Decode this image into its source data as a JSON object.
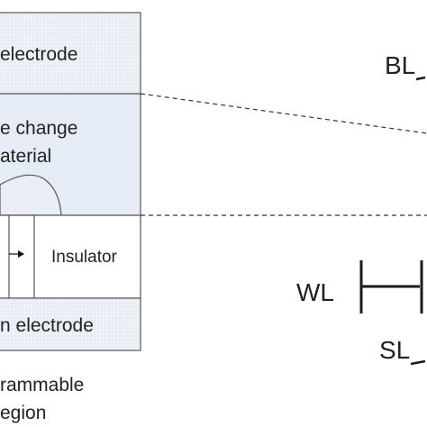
{
  "cell": {
    "top_electrode_label": "electrode",
    "pcm_label_line1": "e change",
    "pcm_label_line2": "aterial",
    "insulator_label": "Insulator",
    "bottom_electrode_label": "n electrode"
  },
  "caption": {
    "line1": "rammable",
    "line2": "egion"
  },
  "circuit": {
    "bl_label": "BL",
    "wl_label": "WL",
    "sl_label": "SL"
  },
  "colors": {
    "electrode_fill": "#ecf0f6",
    "pcm_fill": "#e4eaf4",
    "outline": "#555555",
    "wire": "#1a1a1a"
  }
}
